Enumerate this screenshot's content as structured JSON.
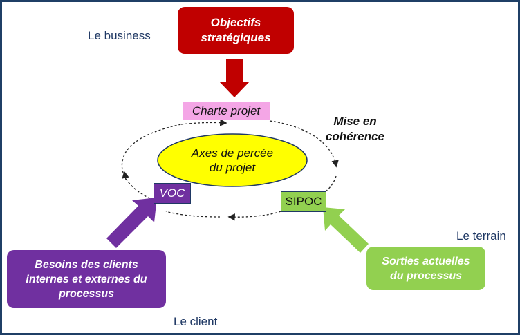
{
  "labels": {
    "business": "Le business",
    "terrain": "Le terrain",
    "client": "Le client",
    "mise_en_coherence_1": "Mise en",
    "mise_en_coherence_2": "cohérence"
  },
  "boxes": {
    "objectifs": {
      "line1": "Objectifs",
      "line2": "stratégiques"
    },
    "besoins": {
      "line1": "Besoins des clients",
      "line2": "internes et externes du",
      "line3": "processus"
    },
    "sorties": {
      "line1": "Sorties actuelles",
      "line2": "du processus"
    }
  },
  "tags": {
    "charte": "Charte projet",
    "voc": "VOC",
    "sipoc": "SIPOC"
  },
  "center": {
    "line1": "Axes de percée",
    "line2": "du projet"
  },
  "colors": {
    "red": "#c00000",
    "purple": "#7030a0",
    "green": "#92d050",
    "pink": "#f4a6e6",
    "yellow": "#ffff00",
    "navy": "#1f3864"
  }
}
